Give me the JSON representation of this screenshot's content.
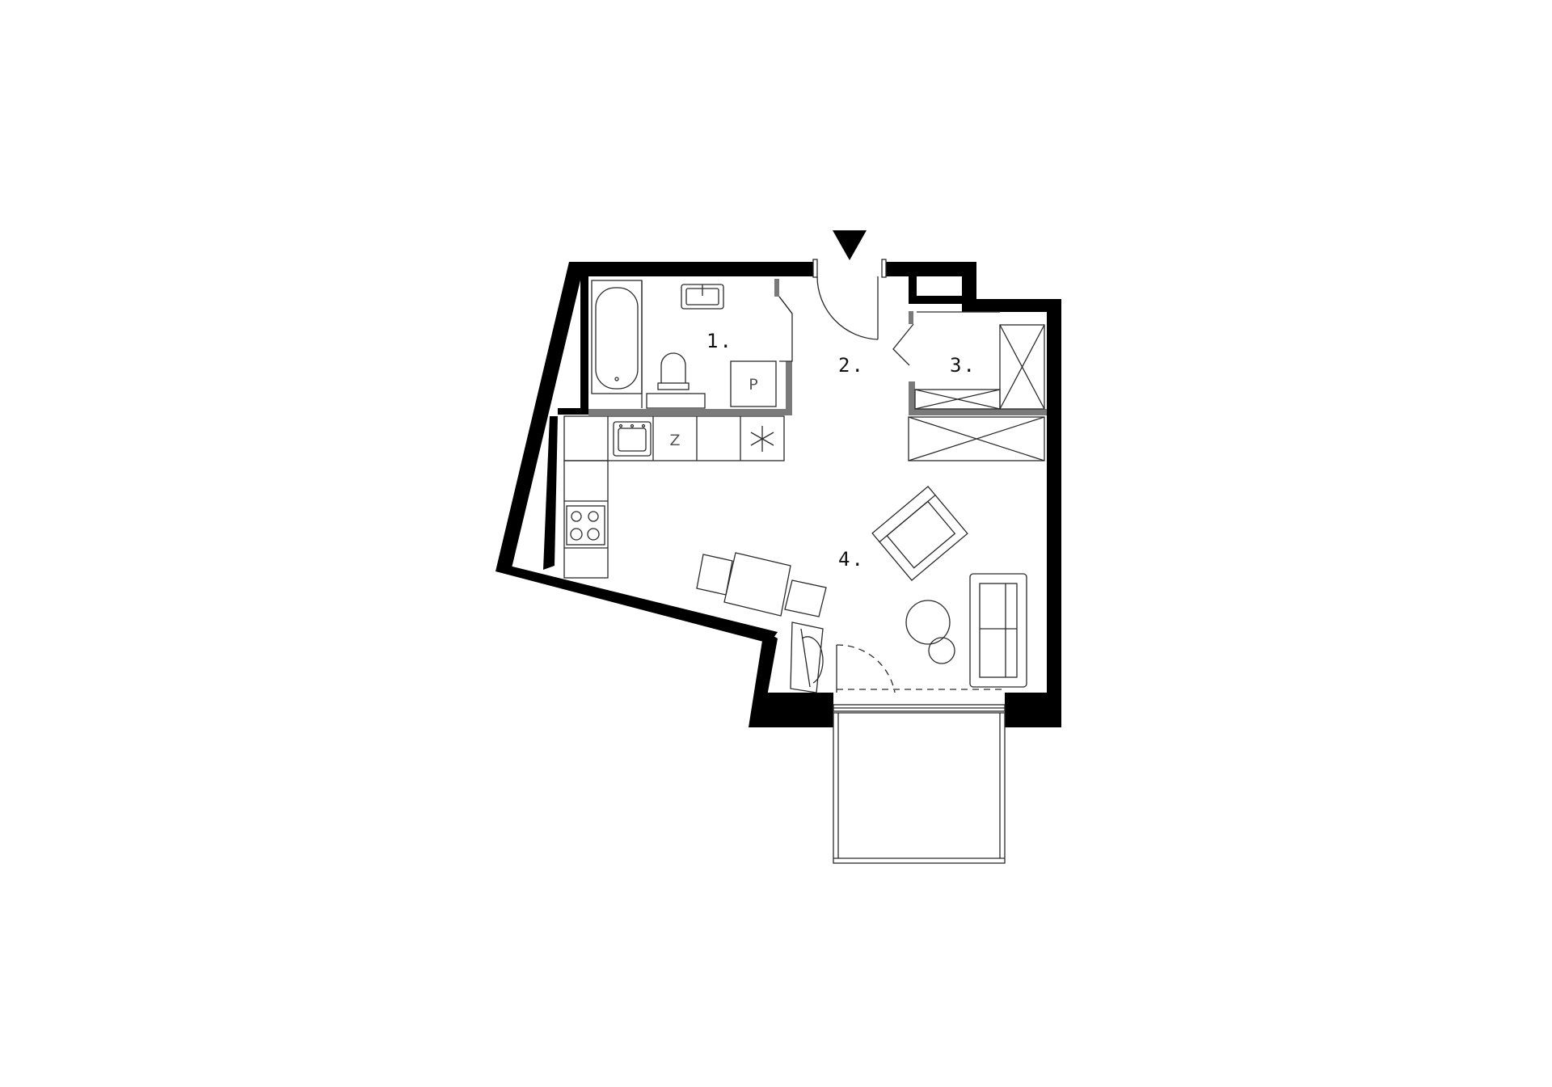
{
  "plan": {
    "rooms": [
      {
        "id": "bathroom",
        "label": "1."
      },
      {
        "id": "hall",
        "label": "2."
      },
      {
        "id": "storage",
        "label": "3."
      },
      {
        "id": "living",
        "label": "4."
      }
    ],
    "fixtures": {
      "washer": "P",
      "fridge": "Z"
    },
    "entrance_icon": "entrance-arrow-icon",
    "colors": {
      "wall": "#000000",
      "line": "#2a2a2a",
      "partition": "#7a7a7a",
      "background": "#ffffff"
    }
  }
}
